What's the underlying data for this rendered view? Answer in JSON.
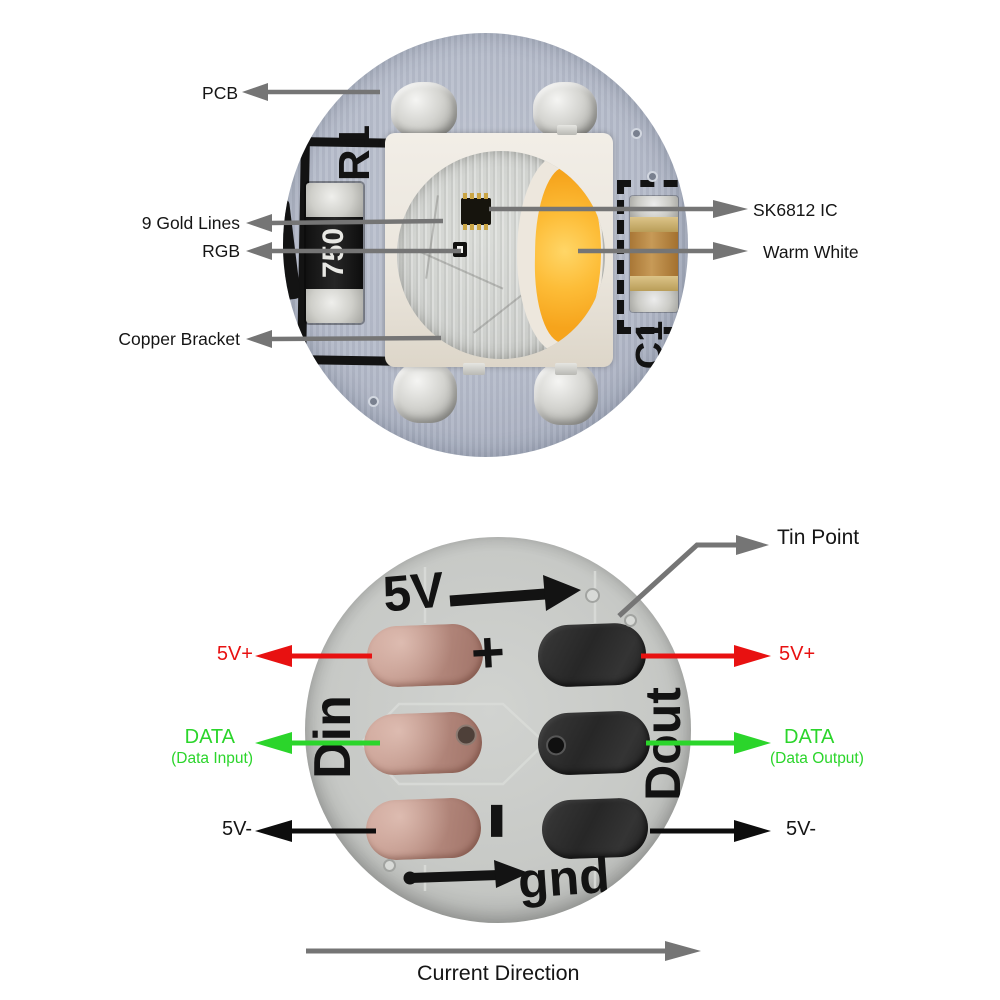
{
  "colors": {
    "red": "#e81111",
    "green": "#2bd52b",
    "gray": "#757575",
    "silk": "#131313",
    "label": "#151515",
    "pcb_top": "#b4bac9",
    "pcb_bottom": "#c7c9c6",
    "copper_pad": "#bb9084",
    "dark_pad": "#2c2c2c",
    "warm_white": "#f7a81e"
  },
  "top": {
    "pcb": "PCB",
    "gold_lines": "9 Gold Lines",
    "rgb": "RGB",
    "copper_bracket": "Copper Bracket",
    "ic": "SK6812 IC",
    "warm_white": "Warm White",
    "r1": "R1",
    "r_value": "750",
    "c1": "C1"
  },
  "bottom": {
    "tin_point": "Tin Point",
    "left_power": "5V+",
    "left_data": "DATA",
    "left_data_sub": "(Data Input)",
    "left_gnd": "5V-",
    "right_power": "5V+",
    "right_data": "DATA",
    "right_data_sub": "(Data Output)",
    "right_gnd": "5V-",
    "silk_power": "5V",
    "silk_plus": "+",
    "silk_minus": "-",
    "silk_din": "Din",
    "silk_dout": "Dout",
    "silk_gnd": "gnd",
    "current_direction": "Current Direction"
  }
}
